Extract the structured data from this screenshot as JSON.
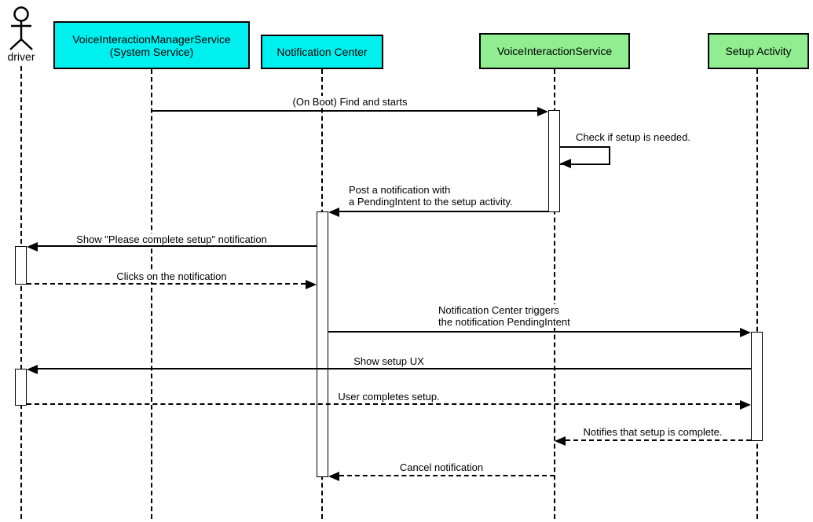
{
  "diagram": {
    "type": "uml-sequence-diagram",
    "background": "#FFFFFF",
    "colors": {
      "system_participant_fill": "#00F0F0",
      "app_participant_fill": "#90EE90",
      "line": "#000000"
    },
    "actors": [
      {
        "id": "driver",
        "kind": "actor",
        "label": "driver"
      },
      {
        "id": "vims",
        "kind": "participant",
        "label": "VoiceInteractionManagerService\n(System Service)",
        "fill": "#00F0F0"
      },
      {
        "id": "notification-center",
        "kind": "participant",
        "label": "Notification Center",
        "fill": "#00F0F0"
      },
      {
        "id": "voice-interaction-service",
        "kind": "participant",
        "label": "VoiceInteractionService",
        "fill": "#90EE90"
      },
      {
        "id": "setup-activity",
        "kind": "participant",
        "label": "Setup Activity",
        "fill": "#90EE90"
      }
    ],
    "messages": [
      {
        "from": "vims",
        "to": "voice-interaction-service",
        "style": "solid",
        "label": "(On Boot) Find and starts"
      },
      {
        "from": "voice-interaction-service",
        "to": "voice-interaction-service",
        "style": "solid",
        "self": true,
        "label": "Check if setup is needed."
      },
      {
        "from": "voice-interaction-service",
        "to": "notification-center",
        "style": "solid",
        "label": "Post a notification with\na PendingIntent to the setup activity."
      },
      {
        "from": "notification-center",
        "to": "driver",
        "style": "solid",
        "label": "Show \"Please complete setup\" notification"
      },
      {
        "from": "driver",
        "to": "notification-center",
        "style": "dashed",
        "label": "Clicks on the notification"
      },
      {
        "from": "notification-center",
        "to": "setup-activity",
        "style": "solid",
        "label": "Notification Center triggers\nthe notification PendingIntent"
      },
      {
        "from": "setup-activity",
        "to": "driver",
        "style": "solid",
        "label": "Show setup UX"
      },
      {
        "from": "driver",
        "to": "setup-activity",
        "style": "dashed",
        "label": "User completes setup."
      },
      {
        "from": "setup-activity",
        "to": "voice-interaction-service",
        "style": "dashed",
        "label": "Notifies that setup is complete."
      },
      {
        "from": "voice-interaction-service",
        "to": "notification-center",
        "style": "dashed",
        "label": "Cancel notification"
      }
    ]
  }
}
